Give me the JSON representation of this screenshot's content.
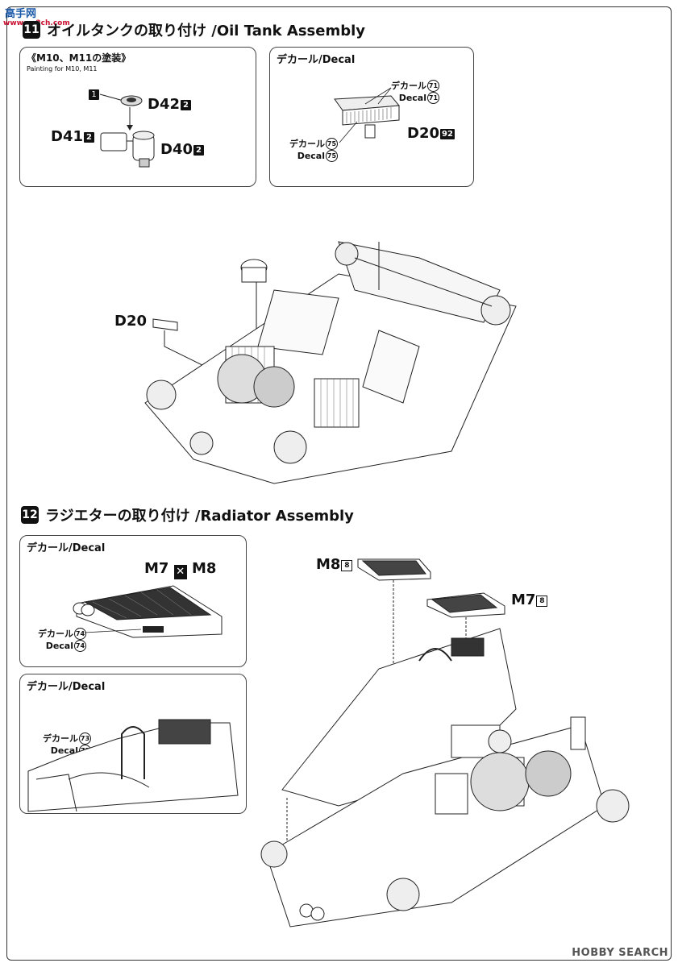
{
  "watermark": {
    "logo": "高手网",
    "url": "www.go2ch.com",
    "hobbysearch": "HOBBY SEARCH"
  },
  "step11": {
    "number": "11",
    "title": "オイルタンクの取り付け /Oil Tank Assembly",
    "box_paint": {
      "title": "《M10、M11の塗装》",
      "subtitle": "Painting for M10, M11",
      "color_ref": "1",
      "parts": [
        {
          "label": "D42",
          "num": "2"
        },
        {
          "label": "D41",
          "num": "2"
        },
        {
          "label": "D40",
          "num": "2"
        }
      ]
    },
    "box_decal": {
      "title": "デカール/Decal",
      "decal_top_jp": "デカール",
      "decal_top_num": "71",
      "decal_top_en": "Decal",
      "decal_top_num2": "71",
      "decal_left_jp": "デカール",
      "decal_left_num": "75",
      "decal_left_en": "Decal",
      "decal_left_num2": "75",
      "part": {
        "label": "D20",
        "num": "92"
      }
    },
    "main_part": "D20"
  },
  "step12": {
    "number": "12",
    "title": "ラジエターの取り付け /Radiator Assembly",
    "box_decal1": {
      "title": "デカール/Decal",
      "parts_left": "M7",
      "parts_right": "M8",
      "decal_jp": "デカール",
      "decal_num": "74",
      "decal_en": "Decal",
      "decal_num2": "74"
    },
    "box_decal2": {
      "title": "デカール/Decal",
      "decal_jp": "デカール",
      "decal_num": "73",
      "decal_en": "Decal",
      "decal_num2": "73"
    },
    "part_m8": {
      "label": "M8",
      "num": "8"
    },
    "part_m7": {
      "label": "M7",
      "num": "8"
    }
  }
}
